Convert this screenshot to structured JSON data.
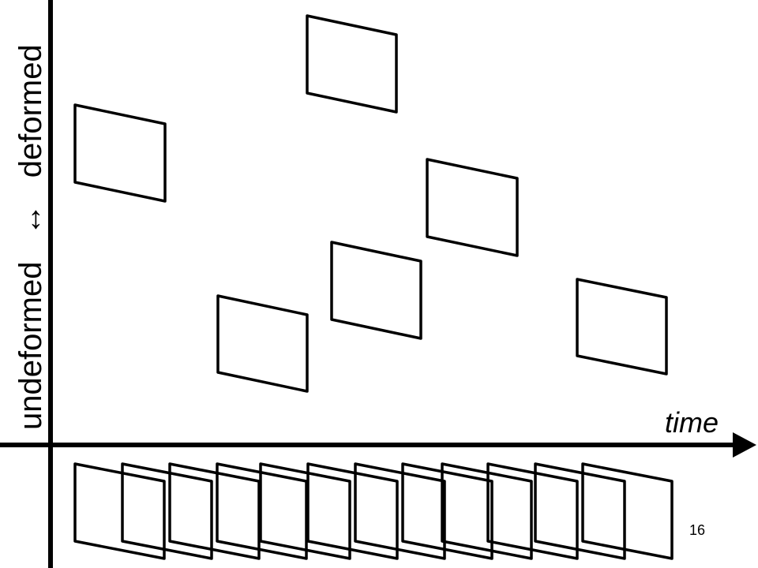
{
  "y_axis": {
    "label_low": "undeformed",
    "arrow_symbol": "↔",
    "label_high": "deformed"
  },
  "x_axis": {
    "label": "time"
  },
  "page_number": "16",
  "colors": {
    "stroke": "#000000",
    "background": "#ffffff"
  }
}
